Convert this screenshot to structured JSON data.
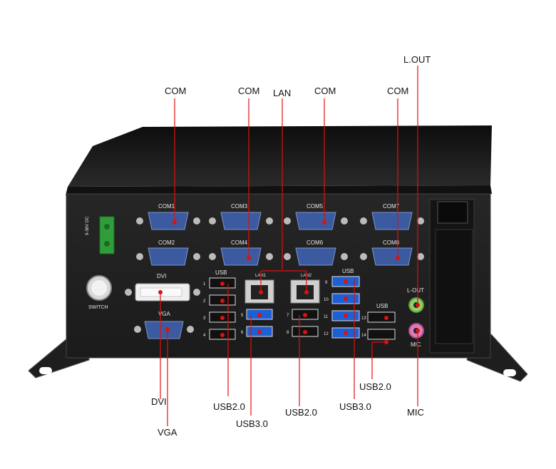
{
  "callouts": {
    "com_1": "COM",
    "com_2": "COM",
    "lan": "LAN",
    "com_3": "COM",
    "com_4": "COM",
    "l_out": "L.OUT",
    "dvi": "DVI",
    "vga": "VGA",
    "usb20_left": "USB2.0",
    "usb30_left": "USB3.0",
    "usb20_mid": "USB2.0",
    "usb30_right": "USB3.0",
    "usb20_right": "USB2.0",
    "mic": "MIC"
  },
  "panel": {
    "com1": "COM1",
    "com3": "COM3",
    "com5": "COM5",
    "com7": "COM7",
    "com2": "COM2",
    "com4": "COM4",
    "com6": "COM6",
    "com8": "COM8",
    "dvi": "DVI",
    "vga": "VGA",
    "switch": "SWITCH",
    "usb_left": "USB",
    "usb_right": "USB",
    "usb_far": "USB",
    "lan1": "LAN1",
    "lan2": "LAN2",
    "lout": "L-OUT",
    "mic": "MIC",
    "power": "9-36V DC",
    "port_numbers": [
      "1",
      "2",
      "3",
      "4",
      "5",
      "6",
      "7",
      "8",
      "9",
      "10",
      "11",
      "12",
      "13",
      "14"
    ]
  },
  "colors": {
    "callout_line": "#e01010",
    "chassis": "#1a1a1a",
    "db9": "#3c5aa0",
    "usb3": "#1e5fd1",
    "terminal": "#2f9e3a",
    "mic_jack": "#e07ab8",
    "lout_jack": "#8fcf6a"
  }
}
